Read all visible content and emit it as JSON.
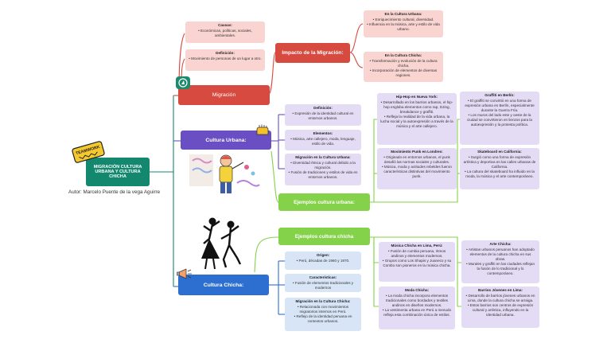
{
  "root": {
    "title": "MIGRACIÓN CULTURA URBANA Y CULTURA CHICHA",
    "author": "Autor: Marcelo Puente de la vega Aguirre",
    "sticker": "TEAMWORK"
  },
  "migracion": {
    "label": "Migración",
    "causas": {
      "title": "Causas:",
      "items": [
        "Económicas, políticas, sociales, ambientales."
      ]
    },
    "definicion": {
      "title": "Definición:",
      "items": [
        "Movimiento de personas de un lugar a otro."
      ]
    },
    "impacto": {
      "label": "Impacto de la Migración:",
      "urbana": {
        "title": "En la Cultura Urbana:",
        "items": [
          "Enriquecimiento cultural, diversidad.",
          "Influencia en la música, arte y estilo de vida urbano."
        ]
      },
      "chicha": {
        "title": "En la Cultura Chicha:",
        "items": [
          "Transformación y evolución de la cultura chicha.",
          "Incorporación de elementos de diversas regiones."
        ]
      }
    }
  },
  "urbana": {
    "label": "Cultura Urbana:",
    "definicion": {
      "title": "Definición:",
      "items": [
        "Expresión de la identidad cultural en entornos urbanos."
      ]
    },
    "elementos": {
      "title": "Elementos:",
      "items": [
        "Música, arte callejero, moda, lenguaje, estilo de vida."
      ]
    },
    "migracion": {
      "title": "Migración en la Cultura Urbana:",
      "items": [
        "Diversidad étnica y cultural debido a la migración.",
        "Fusión de tradiciones y estilos de vida en entornos urbanos."
      ]
    },
    "ejemplos": {
      "label": "Ejemplos cultura urbana:",
      "hiphop": {
        "title": "Hip-Hop en Nueva York:",
        "items": [
          "Desarrollado en los barrios urbanos, el hip-hop engloba elementos como rap, DJing, breakdance y graffiti.",
          "Refleja la realidad de la vida urbana, la lucha social y la autoexpresión a través de la música y el arte callejero."
        ]
      },
      "graffiti": {
        "title": "Graffiti en Berlín:",
        "items": [
          "El graffiti se convirtió en una forma de expresión urbana en Berlín, especialmente durante la Guerra Fría.",
          "Los muros del lado este y oeste de la ciudad se convirtieron en lienzos para la autoexpresión y la protesta política."
        ]
      },
      "punk": {
        "title": "Movimiento Punk en Londres:",
        "items": [
          "Originado en entornos urbanos, el punk desafió las normas sociales y culturales.",
          "Música, moda y actitudes rebeldes fueron características distintivas del movimiento punk."
        ]
      },
      "skate": {
        "title": "Skateboard en California:",
        "items": [
          "Surgió como una forma de expresión artística y deportiva en las calles urbanas de California.",
          "La cultura del skateboard ha influido en la moda, la música y el arte contemporáneo."
        ]
      }
    }
  },
  "chicha": {
    "label": "Cultura Chicha:",
    "origen": {
      "title": "Origen:",
      "items": [
        "Perú, décadas de 1960 y 1970."
      ]
    },
    "caracteristicas": {
      "title": "Características:",
      "items": [
        "Fusión de elementos tradicionales y modernos"
      ]
    },
    "migracion": {
      "title": "Migración en la Cultura Chicha:",
      "items": [
        "Relacionada con movimientos migratorios internos en Perú.",
        "Reflejo de la identidad peruana en contextos urbanos."
      ]
    },
    "ejemplos": {
      "label": "Ejemplos cultura chicha",
      "musica": {
        "title": "Música Chicha en Lima, Perú:",
        "items": [
          "Fusión de cumbia peruana, ritmos andinos y elementos modernos.",
          "Grupos como Los Shapis y Juaneco y su Combo son pioneros en la música chicha."
        ]
      },
      "arte": {
        "title": "Arte Chicha:",
        "items": [
          "Artistas urbanos peruanos han adoptado elementos de la cultura chicha en sus obras.",
          "Murales y graffiti en las ciudades reflejan la fusión de lo tradicional y lo contemporáneo."
        ]
      },
      "moda": {
        "title": "Moda Chicha:",
        "items": [
          "La moda chicha incorpora elementos tradicionales como bordados y textiles andinos en diseños modernos.",
          "La vestimenta urbana en Perú a menudo refleja esta combinación única de estilos."
        ]
      },
      "barrios": {
        "title": "Barrios Jóvenes en Lima:",
        "items": [
          "Desarrollo de barrios jóvenes urbanos en Lima, donde la cultura chicha se arraiga.",
          "Estos barrios son centros de expresión cultural y artística, influyendo en la identidad urbana."
        ]
      }
    }
  },
  "colors": {
    "migracion": "#d74a3f",
    "urbana": "#6a4fc4",
    "chicha": "#2d6fd1",
    "ejemplos": "#84d24a",
    "root": "#14876f"
  },
  "icons": [
    "teamwork-sticker-icon",
    "compass-icon",
    "megaphone-icon",
    "graffiti-hand-icon",
    "dancers-icon",
    "street-artist-illustration"
  ]
}
